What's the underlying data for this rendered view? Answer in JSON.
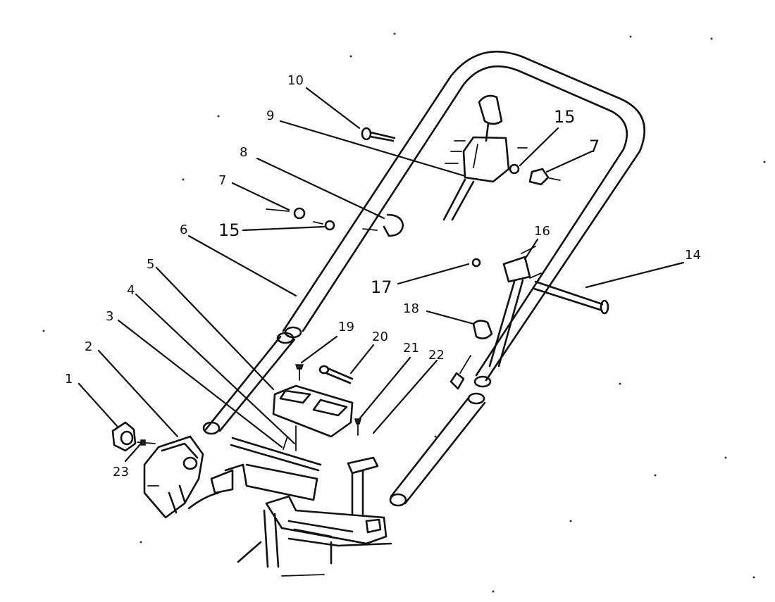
{
  "diagram": {
    "callouts": [
      {
        "id": "1",
        "label": "1"
      },
      {
        "id": "2",
        "label": "2"
      },
      {
        "id": "3",
        "label": "3"
      },
      {
        "id": "4",
        "label": "4"
      },
      {
        "id": "5",
        "label": "5"
      },
      {
        "id": "6",
        "label": "6"
      },
      {
        "id": "7a",
        "label": "7"
      },
      {
        "id": "7b",
        "label": "7"
      },
      {
        "id": "8",
        "label": "8"
      },
      {
        "id": "9",
        "label": "9"
      },
      {
        "id": "10",
        "label": "10"
      },
      {
        "id": "14",
        "label": "14"
      },
      {
        "id": "15a",
        "label": "15"
      },
      {
        "id": "15b",
        "label": "15"
      },
      {
        "id": "16",
        "label": "16"
      },
      {
        "id": "17",
        "label": "17"
      },
      {
        "id": "18",
        "label": "18"
      },
      {
        "id": "19",
        "label": "19"
      },
      {
        "id": "20",
        "label": "20"
      },
      {
        "id": "21",
        "label": "21"
      },
      {
        "id": "22",
        "label": "22"
      },
      {
        "id": "23",
        "label": "23"
      }
    ]
  }
}
